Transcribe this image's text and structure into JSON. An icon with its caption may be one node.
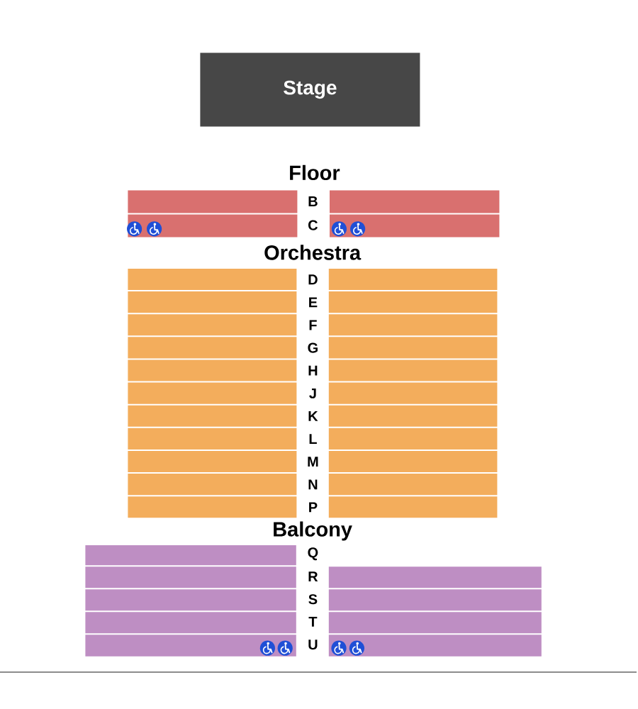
{
  "diagram": {
    "nodes": [
      {
        "text": [
          "Stage"
        ]
      },
      {
        "text": [],
        "shape": "bar"
      },
      {
        "text": [],
        "shape": "bar"
      },
      {
        "text": [],
        "shape": "bar"
      },
      {
        "text": [],
        "shape": "picture",
        "in": 3
      },
      {
        "text": [],
        "shape": "picture",
        "in": 3
      },
      {
        "text": [],
        "shape": "bar"
      },
      {
        "text": [],
        "shape": "picture",
        "in": 6
      },
      {
        "text": [],
        "shape": "picture",
        "in": 6
      },
      {
        "text": [],
        "shape": "bar"
      },
      {
        "text": [],
        "shape": "bar"
      },
      {
        "text": [],
        "shape": "bar"
      },
      {
        "text": [],
        "shape": "bar"
      },
      {
        "text": [],
        "shape": "bar"
      },
      {
        "text": [],
        "shape": "bar"
      },
      {
        "text": [],
        "shape": "bar"
      },
      {
        "text": [],
        "shape": "bar"
      },
      {
        "text": [],
        "shape": "bar"
      },
      {
        "text": [],
        "shape": "bar"
      },
      {
        "text": [],
        "shape": "bar"
      },
      {
        "text": [],
        "shape": "bar"
      },
      {
        "text": [],
        "shape": "bar"
      },
      {
        "text": [],
        "shape": "bar"
      },
      {
        "text": [],
        "shape": "bar"
      },
      {
        "text": [],
        "shape": "bar"
      },
      {
        "text": [],
        "shape": "bar"
      },
      {
        "text": [],
        "shape": "bar"
      },
      {
        "text": [],
        "shape": "bar"
      },
      {
        "text": [],
        "shape": "bar"
      },
      {
        "text": [],
        "shape": "bar"
      },
      {
        "text": [],
        "shape": "bar"
      },
      {
        "text": [],
        "shape": "bar"
      },
      {
        "text": [],
        "shape": "bar"
      },
      {
        "text": [],
        "shape": "bar"
      },
      {
        "text": [],
        "shape": "bar"
      },
      {
        "text": [],
        "shape": "bar"
      },
      {
        "text": [],
        "shape": "bar"
      },
      {
        "text": [],
        "shape": "bar"
      },
      {
        "text": [],
        "shape": "bar"
      },
      {
        "text": [],
        "shape": "picture",
        "in": 38
      },
      {
        "text": [],
        "shape": "picture",
        "in": 38
      },
      {
        "text": [],
        "shape": "bar"
      },
      {
        "text": [],
        "shape": "picture",
        "in": 41
      },
      {
        "text": [],
        "shape": "picture",
        "in": 41
      }
    ],
    "labels": [
      "Floor",
      "B",
      "C",
      "Orchestra",
      "D",
      "E",
      "F",
      "G",
      "H",
      "J",
      "K",
      "L",
      "M",
      "N",
      "P",
      "Balcony",
      "Q",
      "R",
      "S",
      "T",
      "U"
    ]
  }
}
